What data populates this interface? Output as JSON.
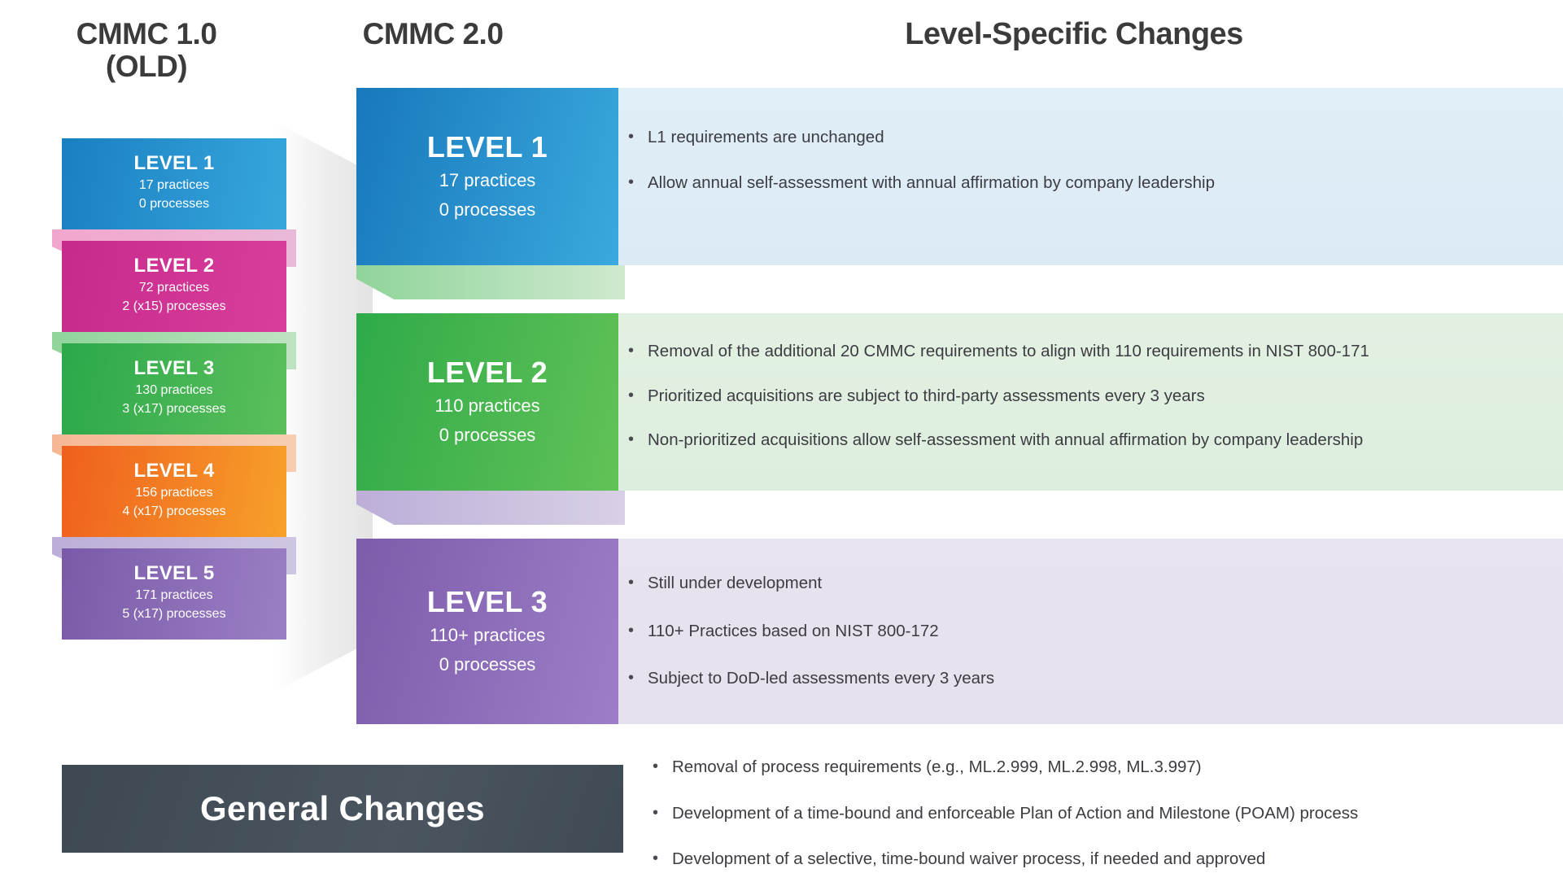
{
  "headers": {
    "old": "CMMC 1.0\n(OLD)",
    "old_line1": "CMMC 1.0",
    "old_line2": "(OLD)",
    "new": "CMMC 2.0",
    "changes": "Level-Specific Changes"
  },
  "colors": {
    "level1_blue": "#1878bb",
    "level2_magenta": "#c62b8c",
    "level3_green": "#2faa49",
    "level4_orange": "#ef5f1e",
    "level5_purple": "#7d5cab",
    "general_banner": "#3d4852",
    "panel_blue": "#e0eef7",
    "panel_green": "#e2f0e2",
    "panel_purple": "#e9e3ef"
  },
  "cmmc_1_levels": [
    {
      "title": "LEVEL 1",
      "practices": "17 practices",
      "processes": "0 processes"
    },
    {
      "title": "LEVEL 2",
      "practices": "72 practices",
      "processes": "2 (x15) processes"
    },
    {
      "title": "LEVEL 3",
      "practices": "130 practices",
      "processes": "3 (x17) processes"
    },
    {
      "title": "LEVEL 4",
      "practices": "156 practices",
      "processes": "4 (x17) processes"
    },
    {
      "title": "LEVEL 5",
      "practices": "171 practices",
      "processes": "5 (x17) processes"
    }
  ],
  "cmmc_2_levels": [
    {
      "title": "LEVEL 1",
      "practices": "17 practices",
      "processes": "0 processes",
      "changes": [
        "L1 requirements are unchanged",
        "Allow annual self-assessment with annual affirmation by company leadership"
      ]
    },
    {
      "title": "LEVEL 2",
      "practices": "110 practices",
      "processes": "0 processes",
      "changes": [
        "Removal of the additional 20 CMMC requirements to align with 110 requirements in NIST 800-171",
        "Prioritized acquisitions are subject to third-party assessments every 3 years",
        "Non-prioritized acquisitions allow self-assessment with annual affirmation by company leadership"
      ]
    },
    {
      "title": "LEVEL 3",
      "practices": "110+ practices",
      "processes": "0 processes",
      "changes": [
        "Still under development",
        "110+ Practices based on NIST 800-172",
        "Subject to DoD-led assessments every 3 years"
      ]
    }
  ],
  "general_changes": {
    "title": "General Changes",
    "items": [
      "Removal of process requirements (e.g., ML.2.999, ML.2.998, ML.3.997)",
      "Development of a time-bound and enforceable Plan of Action and Milestone (POAM) process",
      "Development of a selective, time-bound waiver process, if needed and approved"
    ]
  },
  "watermark": {
    "icon": "shield-lightbulb-icon"
  }
}
